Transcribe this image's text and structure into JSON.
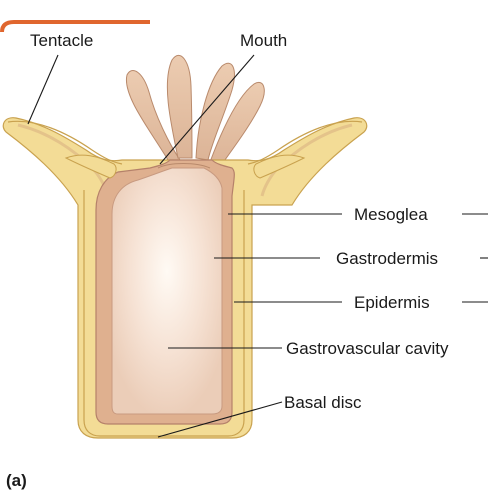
{
  "labels": {
    "tentacle": "Tentacle",
    "mouth": "Mouth",
    "mesoglea": "Mesoglea",
    "gastrodermis": "Gastrodermis",
    "epidermis": "Epidermis",
    "gastrovascular_cavity": "Gastrovascular cavity",
    "basal_disc": "Basal disc"
  },
  "panel_label": "(a)",
  "colors": {
    "accent_bar": "#e0662e",
    "epidermis": "#f3dc96",
    "epidermis_outline": "#c9a24f",
    "mesoglea": "#e4c38a",
    "gastrodermis": "#dfb08f",
    "gastrodermis_outline": "#b5816a",
    "cavity": "#f7e6da",
    "cavity_highlight": "#fffaf4",
    "tentacle": "#e5c0a2"
  }
}
